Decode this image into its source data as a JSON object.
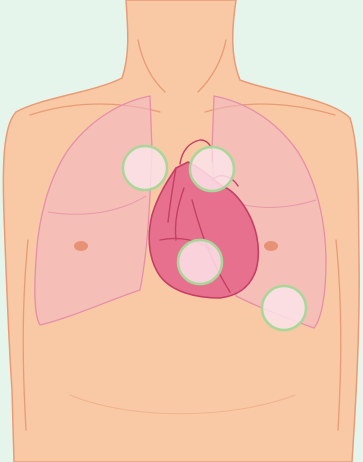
{
  "figure": {
    "subject": "chest-auscultation-points",
    "colors": {
      "background": "#E6F5EC",
      "skin": "#F8C9A4",
      "skin_outline": "#E89B76",
      "lung_fill": "#F3B6C6",
      "lung_outline": "#E58FA8",
      "heart_fill": "#E8708F",
      "heart_outline": "#C43F63",
      "nipple": "#E5896A",
      "marker_fill": "#FCE3EA",
      "marker_outline": "#A9D79A"
    },
    "markers": [
      {
        "name": "aortic-area-marker"
      },
      {
        "name": "pulmonic-area-marker"
      },
      {
        "name": "tricuspid-area-marker"
      },
      {
        "name": "mitral-area-marker"
      }
    ]
  }
}
